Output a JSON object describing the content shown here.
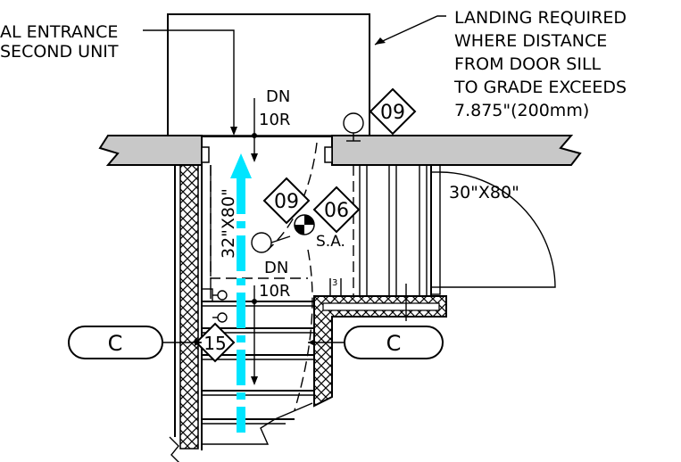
{
  "notes": {
    "entrance_line1": "AL ENTRANCE",
    "entrance_line2": "SECOND UNIT",
    "landing_line1": "LANDING REQUIRED",
    "landing_line2": "WHERE DISTANCE",
    "landing_line3": "FROM DOOR SILL",
    "landing_line4": "TO GRADE EXCEEDS",
    "landing_line5": "7.875\"(200mm)"
  },
  "labels": {
    "dn_top": "DN",
    "risers_top": "10R",
    "dn_bottom": "DN",
    "risers_bottom": "10R",
    "door_left": "32\"X80\"",
    "door_right": "30\"X80\"",
    "smoke_alarm": "S.A.",
    "circuit": "3",
    "tag_09_upper": "09",
    "tag_09_middle": "09",
    "tag_06": "06",
    "tag_15": "15",
    "section_left": "C",
    "section_right": "C"
  },
  "colors": {
    "line": "#000000",
    "wall_fill": "#c8c8c8",
    "arrow": "#00e5ff",
    "background": "#ffffff"
  }
}
